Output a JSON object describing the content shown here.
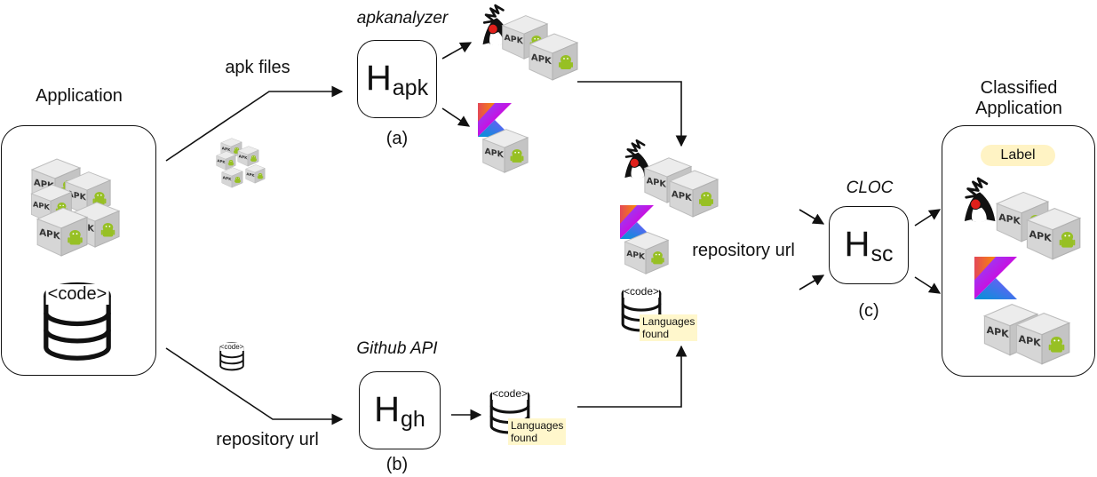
{
  "application_title": "Application",
  "classified_title_line1": "Classified",
  "classified_title_line2": "Application",
  "apk_files_label": "apk files",
  "repository_url_label": "repository url",
  "repository_url_mid_label": "repository url",
  "code_label": "<code>",
  "apk_label": "APK",
  "label_badge": "Label",
  "languages_found_line1": "Languages",
  "languages_found_line2": "found",
  "h_apk": {
    "tool": "apkanalyzer",
    "main": "H",
    "sub": "apk",
    "caption": "(a)"
  },
  "h_gh": {
    "tool": "Github API",
    "main": "H",
    "sub": "gh",
    "caption": "(b)"
  },
  "h_sc": {
    "tool": "CLOC",
    "main": "H",
    "sub": "sc",
    "caption": "(c)"
  },
  "colors": {
    "apk_box": "#d9d9d9",
    "android_green": "#97c024",
    "label_fill": "#fff3c4",
    "languages_fill": "#fff7cc",
    "duke_red": "#e0201b"
  },
  "icons": [
    "apk-package-icon",
    "java-duke-icon",
    "kotlin-icon",
    "code-database-icon"
  ]
}
